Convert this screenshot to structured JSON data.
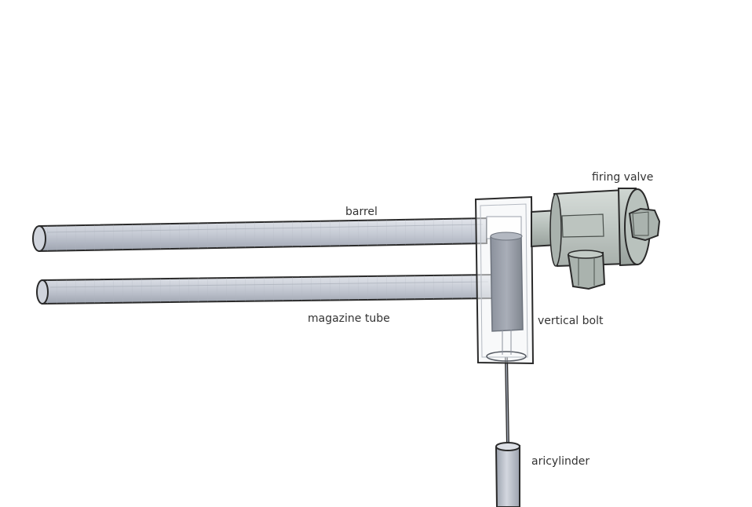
{
  "labels": {
    "barrel": "barrel",
    "magazine_tube": "magazine tube",
    "vertical_bolt": "vertical bolt",
    "firing_valve": "firing valve",
    "aircylinder": "aricylinder"
  },
  "colors": {
    "tube_fill": "#c9ced8",
    "tube_stroke": "#2a2a2a",
    "block_fill": "#f2f4f5",
    "bolt_fill": "#9aa0ab",
    "valve_fill": "#b9c2bd",
    "label_text": "#333333",
    "background": "#ffffff"
  }
}
